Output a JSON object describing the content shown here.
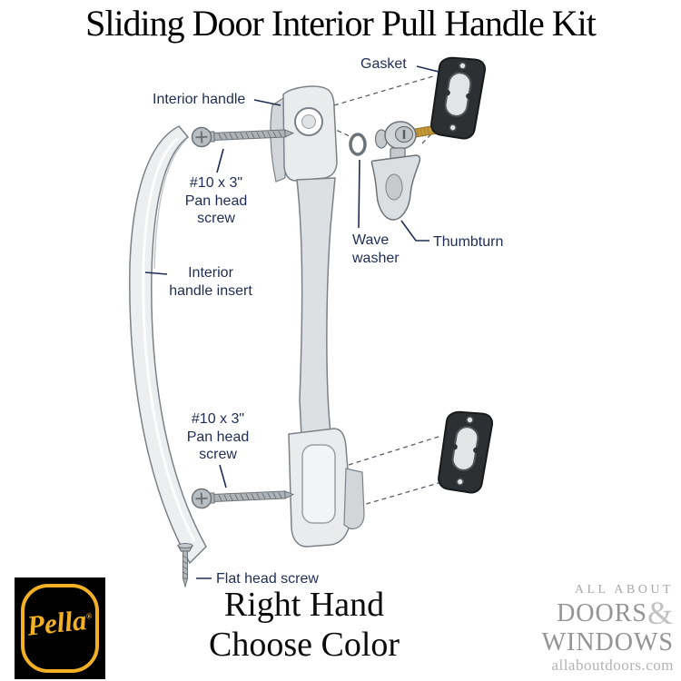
{
  "title": "Sliding Door Interior Pull Handle Kit",
  "diagram": {
    "labels": {
      "gasket": "Gasket",
      "interior_handle": "Interior handle",
      "pan_head_screw_top": "#10 x 3\"\nPan head\nscrew",
      "interior_handle_insert": "Interior\nhandle insert",
      "wave_washer": "Wave\nwasher",
      "thumbturn": "Thumbturn",
      "pan_head_screw_bottom": "#10 x 3\"\nPan head\nscrew",
      "flat_head_screw": "Flat head screw"
    },
    "colors": {
      "label_text": "#1f2d54",
      "metal_light": "#e9ebec",
      "gasket_black": "#2d3032",
      "brass": "#c79a3b"
    }
  },
  "footer": {
    "hand_label": "Right Hand",
    "color_label": "Choose Color",
    "pella_logo": {
      "name": "Pella",
      "registered": "®"
    },
    "site_logo": {
      "all_about": "ALL ABOUT",
      "doors": "DOORS",
      "ampersand": "&",
      "windows": "WINDOWS",
      "domain": "allaboutdoors.com"
    }
  }
}
